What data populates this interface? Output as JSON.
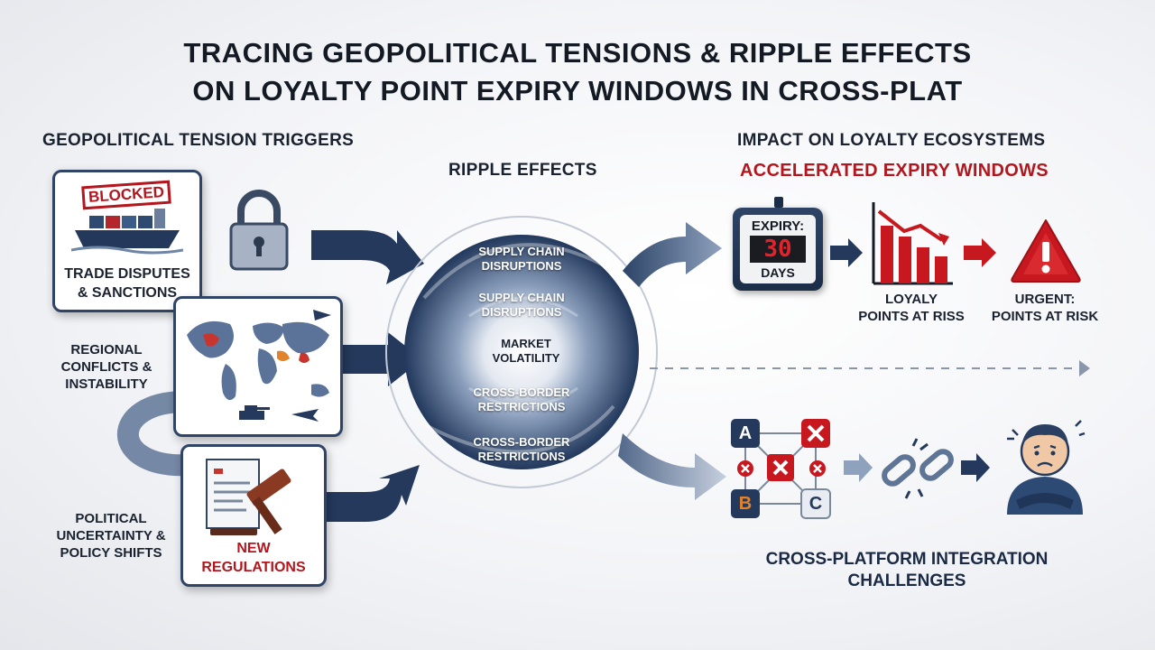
{
  "title": {
    "line1": "TRACING GEOPOLITICAL TENSIONS & RIPPLE EFFECTS",
    "line2": "ON LOYALTY POINT EXPIRY WINDOWS IN CROSS-PLAT"
  },
  "left": {
    "heading": "GEOPOLITICAL TENSION TRIGGERS",
    "trade": {
      "stamp": "BLOCKED",
      "line1": "TRADE DISPUTES",
      "line2": "& SANCTIONS"
    },
    "regional": {
      "line1": "REGIONAL",
      "line2": "CONFLICTS &",
      "line3": "INSTABILITY"
    },
    "political": {
      "line1": "POLITICAL",
      "line2": "UNCERTAINTY &",
      "line3": "POLICY SHIFTS"
    },
    "regulations": {
      "line1": "NEW",
      "line2": "REGULATIONS"
    }
  },
  "center": {
    "heading": "RIPPLE EFFECTS",
    "items": [
      {
        "line1": "SUPPLY CHAIN",
        "line2": "DISRUPTIONS"
      },
      {
        "line1": "SUPPLY CHAIN",
        "line2": "DISRUPTIONS"
      },
      {
        "line1": "MARKET",
        "line2": "VOLATILITY"
      },
      {
        "line1": "CROSS-BORDER",
        "line2": "RESTRICTIONS"
      },
      {
        "line1": "CROSS-BORDER",
        "line2": "RESTRICTIONS"
      }
    ]
  },
  "right": {
    "heading": "IMPACT ON LOYALTY ECOSYSTEMS",
    "subheading": "ACCELERATED EXPIRY WINDOWS",
    "timer": {
      "label": "EXPIRY:",
      "value": "30",
      "unit": "DAYS"
    },
    "chart_label": {
      "line1": "LOYALY",
      "line2": "POINTS AT RISS"
    },
    "alert_label": {
      "line1": "URGENT:",
      "line2": "POINTS AT RISK"
    },
    "platforms": {
      "a": "A",
      "b": "B",
      "c": "C"
    },
    "integration": {
      "line1": "CROSS-PLATFORM INTEGRATION",
      "line2": "CHALLENGES"
    }
  },
  "colors": {
    "navy": "#24395c",
    "red": "#b3161d",
    "alert_red": "#c8181f",
    "steel": "#6f86a6"
  }
}
